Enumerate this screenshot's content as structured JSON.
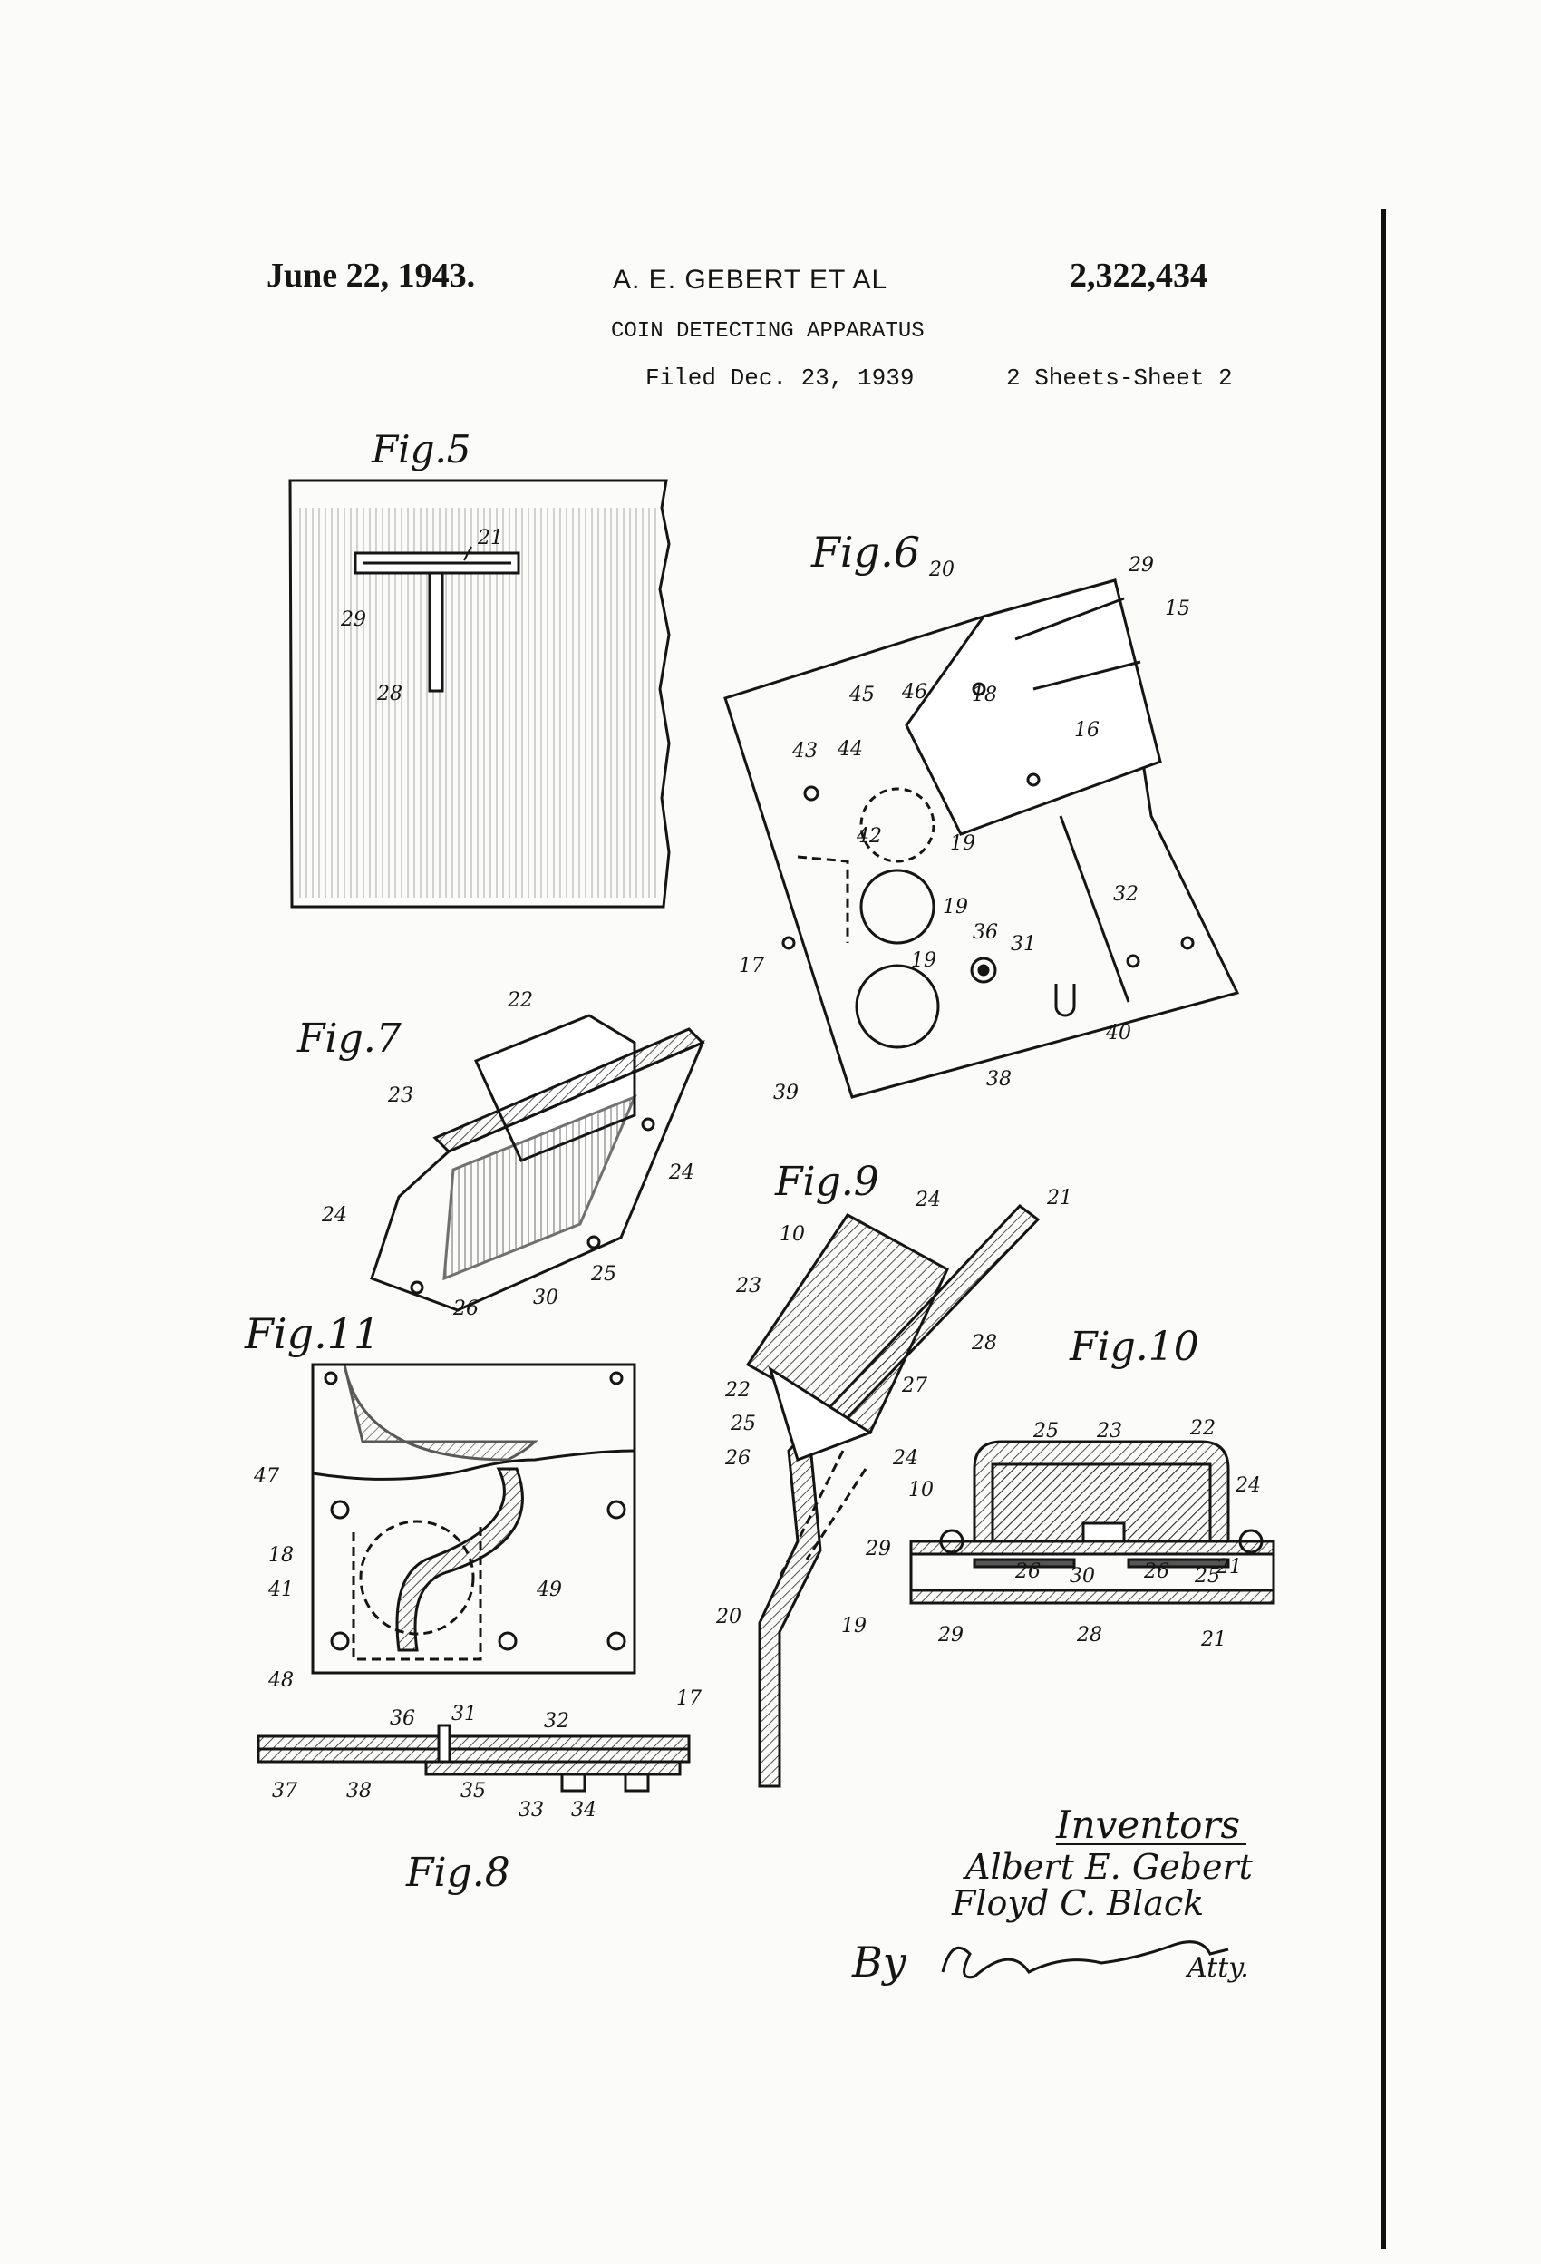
{
  "header": {
    "date": "June 22, 1943.",
    "inventor": "A. E. GEBERT ET AL",
    "patent_number": "2,322,434",
    "title": "COIN DETECTING APPARATUS",
    "filed": "Filed Dec. 23, 1939",
    "sheets": "2 Sheets-Sheet 2"
  },
  "figures": {
    "fig5": {
      "label": "Fig.5",
      "refs": [
        "21",
        "29",
        "28"
      ]
    },
    "fig6": {
      "label": "Fig.6",
      "refs": [
        "29",
        "20",
        "15",
        "45",
        "46",
        "18",
        "16",
        "43",
        "44",
        "42",
        "19",
        "19",
        "17",
        "36",
        "31",
        "32",
        "19",
        "39",
        "38",
        "40"
      ]
    },
    "fig7": {
      "label": "Fig.7",
      "refs": [
        "22",
        "23",
        "24",
        "24",
        "26",
        "30",
        "25"
      ]
    },
    "fig9": {
      "label": "Fig.9",
      "refs": [
        "24",
        "21",
        "10",
        "23",
        "28",
        "27",
        "22",
        "25",
        "26",
        "24",
        "10",
        "29",
        "20",
        "19"
      ]
    },
    "fig10": {
      "label": "Fig.10",
      "refs": [
        "25",
        "23",
        "22",
        "24",
        "26",
        "30",
        "26",
        "25",
        "21",
        "29",
        "28",
        "21"
      ]
    },
    "fig11": {
      "label": "Fig.11",
      "refs": [
        "47",
        "18",
        "41",
        "49",
        "48"
      ]
    },
    "fig8": {
      "label": "Fig.8",
      "refs": [
        "36",
        "31",
        "32",
        "17",
        "37",
        "38",
        "35",
        "33",
        "34"
      ]
    }
  },
  "signature": {
    "heading": "Inventors",
    "names": [
      "Albert E. Gebert",
      "Floyd C. Black"
    ],
    "by": "By",
    "attorney": "Atty."
  },
  "icons": [
    "patent-drawing-figures",
    "attorney-signature"
  ]
}
